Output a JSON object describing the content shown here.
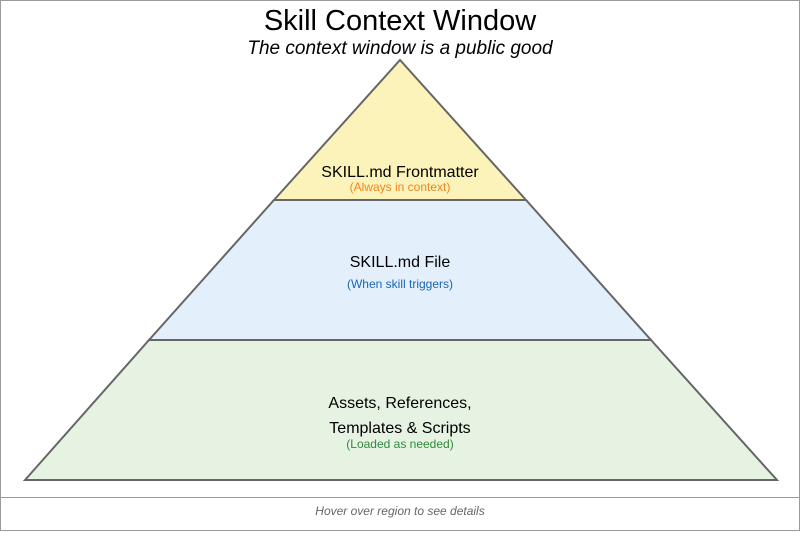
{
  "title": "Skill Context Window",
  "subtitle": "The context window is a public good",
  "colors": {
    "frame_border": "#9a9a9a",
    "outline": "#666666",
    "top_fill": "#fbf3b9",
    "middle_fill": "#e3f0fb",
    "bottom_fill": "#e6f3e3",
    "top_note": "#f0851f",
    "middle_note": "#1b65b3",
    "bottom_note": "#2f8a3b",
    "hint_text": "#666666"
  },
  "tiers": [
    {
      "label": "SKILL.md Frontmatter",
      "note": "(Always in context)"
    },
    {
      "label": "SKILL.md File",
      "note": "(When skill triggers)"
    },
    {
      "label_line1": "Assets, References,",
      "label_line2": "Templates & Scripts",
      "note": "(Loaded as needed)"
    }
  ],
  "hint": "Hover over region to see details"
}
